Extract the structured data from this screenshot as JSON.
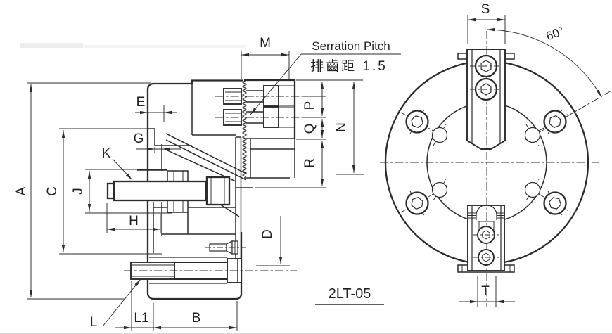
{
  "drawing_type": "engineering-drawing",
  "colors": {
    "line": "#2b2b2b",
    "background": "#ffffff",
    "text": "#1f1f1f"
  },
  "labels": {
    "A": "A",
    "B": "B",
    "C": "C",
    "D": "D",
    "E": "E",
    "G": "G",
    "H": "H",
    "J": "J",
    "K": "K",
    "L": "L",
    "L1": "L1",
    "M": "M",
    "N": "N",
    "P": "P",
    "Q": "Q",
    "R": "R",
    "S": "S",
    "T": "T"
  },
  "annotations": {
    "serration_pitch_en": "Serration Pitch",
    "serration_pitch_zh": "排齒距 1.5",
    "angle_60": "60°",
    "model_code": "2LT-05"
  }
}
